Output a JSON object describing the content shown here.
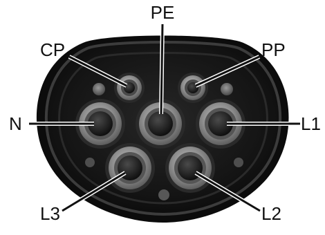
{
  "diagram": {
    "pins": [
      {
        "id": "pe",
        "label": "PE",
        "size": "large"
      },
      {
        "id": "cp",
        "label": "CP",
        "size": "small"
      },
      {
        "id": "pp",
        "label": "PP",
        "size": "small"
      },
      {
        "id": "n",
        "label": "N",
        "size": "large"
      },
      {
        "id": "l1",
        "label": "L1",
        "size": "large"
      },
      {
        "id": "l3",
        "label": "L3",
        "size": "large"
      },
      {
        "id": "l2",
        "label": "L2",
        "size": "large"
      }
    ],
    "colors": {
      "housing": "#141414",
      "housing_rim": "#3a3a3a",
      "sleeve_outer": "#9c9c9c",
      "sleeve_inner": "#5a5a5a",
      "contact": "#1e1e1e",
      "indicator": "#6e6e6e",
      "label": "#111111"
    }
  }
}
